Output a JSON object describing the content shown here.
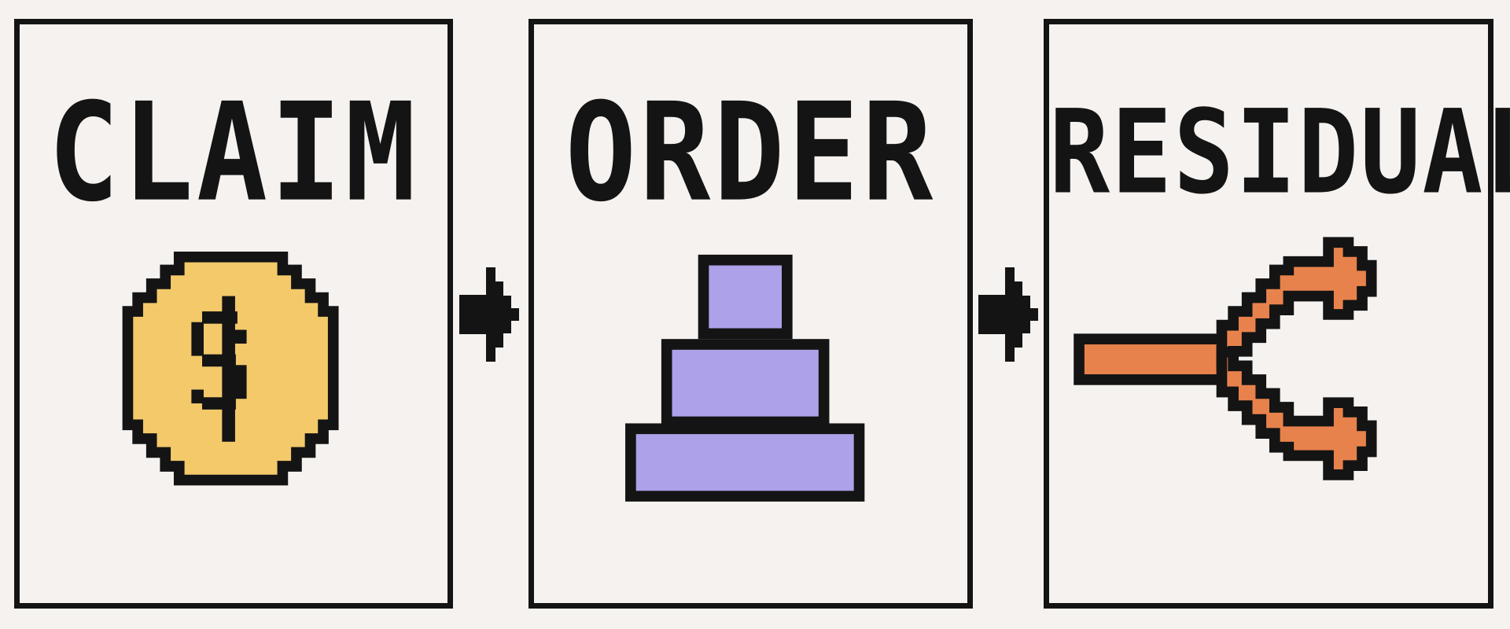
{
  "panels": [
    {
      "title": "CLAIM",
      "icon": "coin-dollar-icon"
    },
    {
      "title": "ORDER",
      "icon": "stacked-pyramid-icon"
    },
    {
      "title": "RESIDUAL",
      "icon": "split-arrow-icon"
    }
  ],
  "connectors": [
    "arrow-right-icon",
    "arrow-right-icon"
  ],
  "colors": {
    "background": "#f5f2ef",
    "outline": "#141414",
    "coin": "#f3c96a",
    "blocks": "#ada1ea",
    "split": "#e8824c"
  }
}
